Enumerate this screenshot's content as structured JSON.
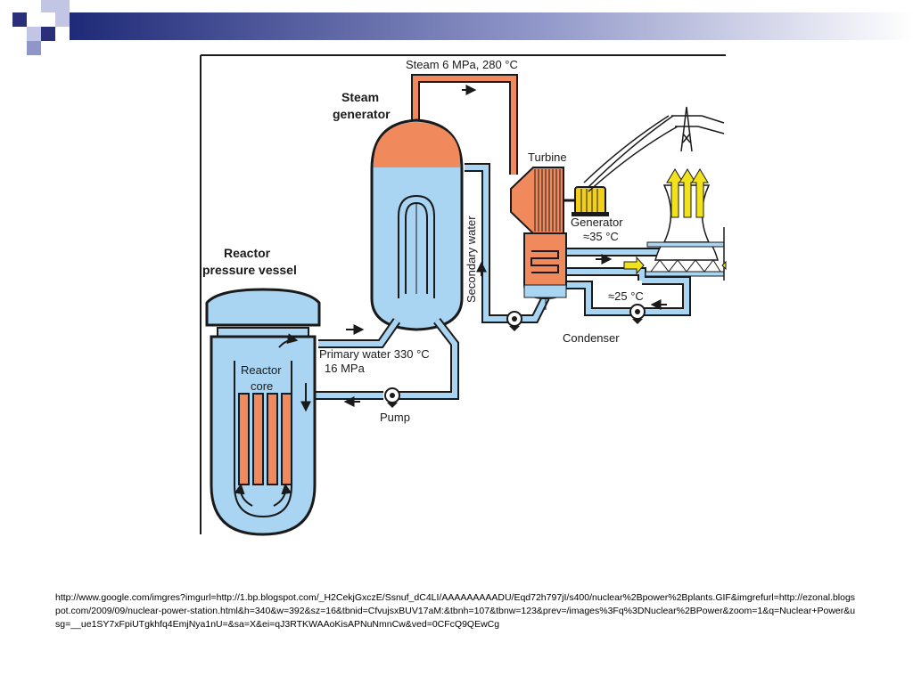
{
  "diagram": {
    "labels": {
      "steam": "Steam 6 MPa, 280 °C",
      "steam_generator_1": "Steam",
      "steam_generator_2": "generator",
      "turbine": "Turbine",
      "generator": "Generator",
      "temp_35": "≈35 °C",
      "temp_25": "≈25 °C",
      "condenser": "Condenser",
      "secondary_water": "Secondary water",
      "reactor_vessel_1": "Reactor",
      "reactor_vessel_2": "pressure vessel",
      "reactor_core_1": "Reactor",
      "reactor_core_2": "core",
      "primary_water_1": "Primary water 330 °C",
      "primary_water_2": "16 MPa",
      "pump": "Pump"
    },
    "colors": {
      "steam": "#f08a5d",
      "water": "#a9d4f2",
      "outline": "#1a1a1a",
      "fuel": "#f08a5d",
      "generator": "#f2d019",
      "vapor_arrows": "#f2e21c"
    }
  },
  "footer": {
    "source_url": "http://www.google.com/imgres?imgurl=http://1.bp.blogspot.com/_H2CekjGxczE/Ssnuf_dC4LI/AAAAAAAAADU/Eqd72h797jI/s400/nuclear%2Bpower%2Bplants.GIF&imgrefurl=http://ezonal.blogspot.com/2009/09/nuclear-power-station.html&h=340&w=392&sz=16&tbnid=CfvujsxBUV17aM:&tbnh=107&tbnw=123&prev=/images%3Fq%3DNuclear%2BPower&zoom=1&q=Nuclear+Power&usg=__ue1SY7xFpiUTgkhfq4EmjNya1nU=&sa=X&ei=qJ3RTKWAAoKisAPNuNmnCw&ved=0CFcQ9QEwCg"
  }
}
